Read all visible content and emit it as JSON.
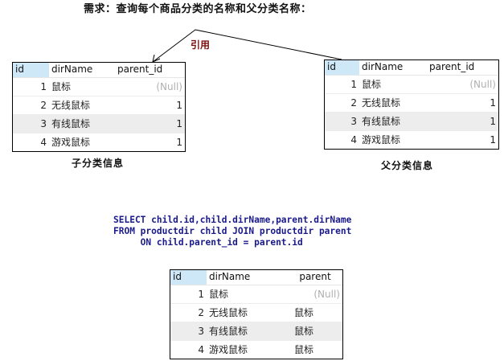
{
  "title": "需求：查询每个商品分类的名称和父分类名称：",
  "reference_label": "引用",
  "child_table": {
    "caption": "子分类信息",
    "columns": [
      "id",
      "dirName",
      "parent_id"
    ],
    "rows": [
      {
        "id": "1",
        "dirName": "鼠标",
        "parent_id": "(Null)"
      },
      {
        "id": "2",
        "dirName": "无线鼠标",
        "parent_id": "1"
      },
      {
        "id": "3",
        "dirName": "有线鼠标",
        "parent_id": "1"
      },
      {
        "id": "4",
        "dirName": "游戏鼠标",
        "parent_id": "1"
      }
    ]
  },
  "parent_table": {
    "caption": "父分类信息",
    "columns": [
      "id",
      "dirName",
      "parent_id"
    ],
    "rows": [
      {
        "id": "1",
        "dirName": "鼠标",
        "parent_id": "(Null)"
      },
      {
        "id": "2",
        "dirName": "无线鼠标",
        "parent_id": "1"
      },
      {
        "id": "3",
        "dirName": "有线鼠标",
        "parent_id": "1"
      },
      {
        "id": "4",
        "dirName": "游戏鼠标",
        "parent_id": "1"
      }
    ]
  },
  "sql": {
    "line1": "SELECT child.id,child.dirName,parent.dirName",
    "line2": "FROM productdir child JOIN productdir parent",
    "line3": "     ON child.parent_id = parent.id"
  },
  "result_table": {
    "columns": [
      "id",
      "dirName",
      "parent"
    ],
    "rows": [
      {
        "id": "1",
        "dirName": "鼠标",
        "parent": "(Null)"
      },
      {
        "id": "2",
        "dirName": "无线鼠标",
        "parent": "鼠标"
      },
      {
        "id": "3",
        "dirName": "有线鼠标",
        "parent": "鼠标"
      },
      {
        "id": "4",
        "dirName": "游戏鼠标",
        "parent": "鼠标"
      }
    ]
  },
  "colors": {
    "header_id_bg": "#cfe8f7",
    "alt_row_bg": "#ededed",
    "null_text": "#b0b0b0",
    "reference_label": "#7a1010",
    "sql_text": "#1a1a8c"
  }
}
